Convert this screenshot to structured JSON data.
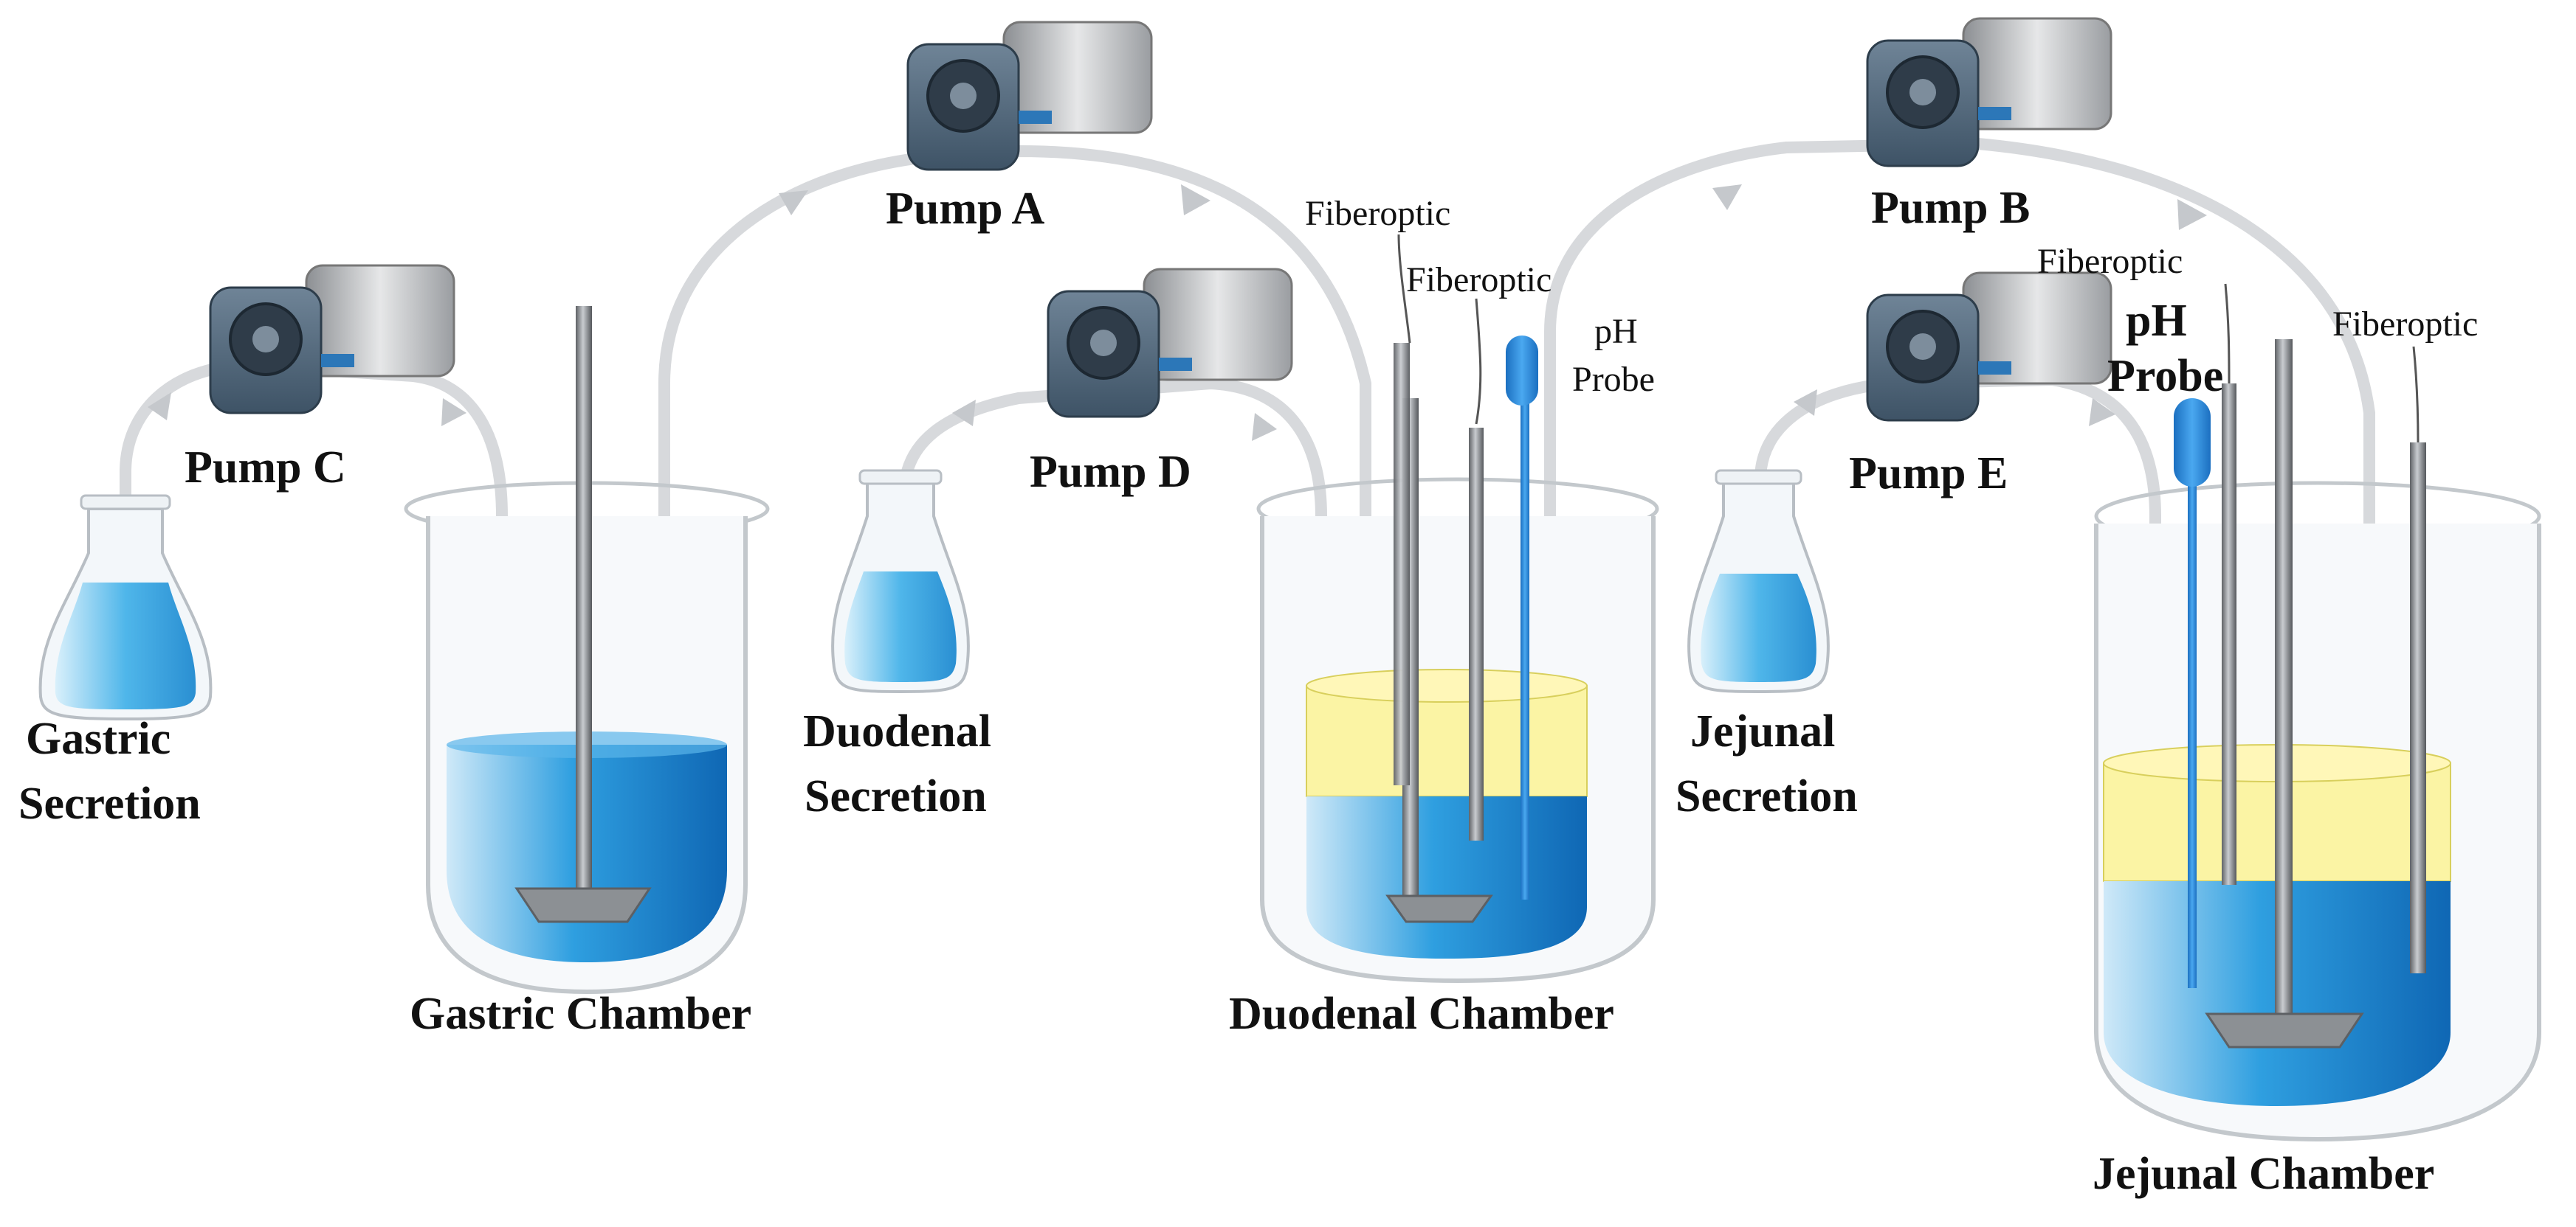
{
  "pumps": {
    "a": "Pump A",
    "b": "Pump B",
    "c": "Pump C",
    "d": "Pump D",
    "e": "Pump E"
  },
  "secretions": {
    "gastric": [
      "Gastric",
      "Secretion"
    ],
    "duodenal": [
      "Duodenal",
      "Secretion"
    ],
    "jejunal": [
      "Jejunal",
      "Secretion"
    ]
  },
  "chambers": {
    "gastric": "Gastric Chamber",
    "duodenal": "Duodenal Chamber",
    "jejunal": "Jejunal Chamber"
  },
  "probes": {
    "fiberoptic": "Fiberoptic",
    "ph": [
      "pH",
      "Probe"
    ]
  }
}
